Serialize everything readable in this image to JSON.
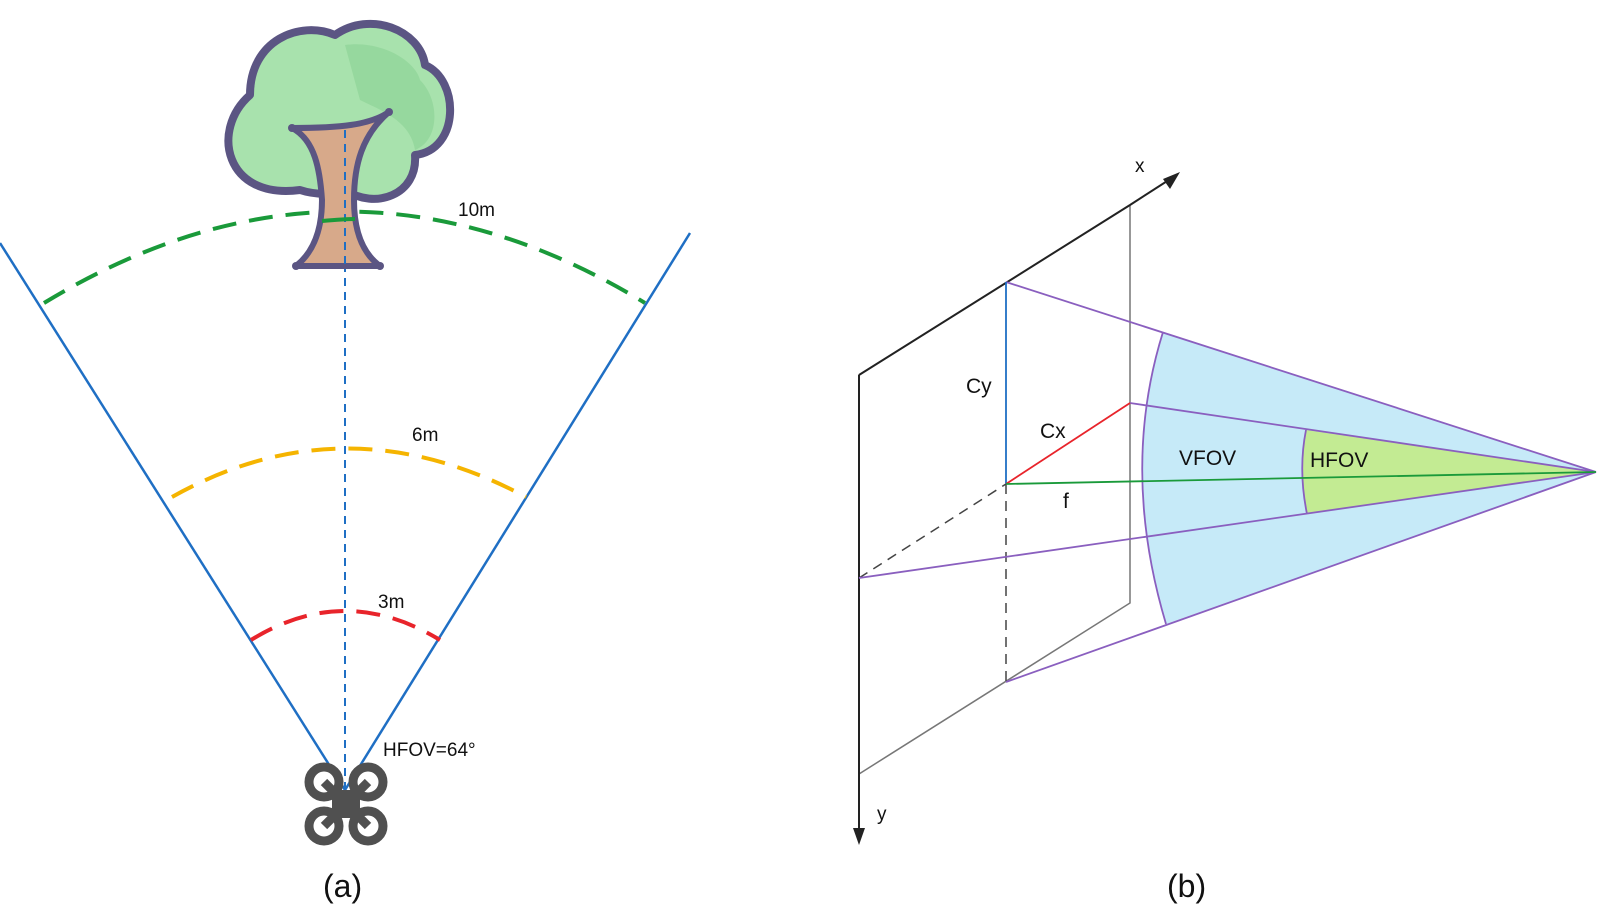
{
  "panel_a": {
    "caption": "(a)",
    "fov_label": "HFOV=64°",
    "arcs": [
      {
        "label": "10m",
        "color": "#1a9a3a"
      },
      {
        "label": "6m",
        "color": "#f5b400"
      },
      {
        "label": "3m",
        "color": "#e8242b"
      }
    ],
    "tree_icon": "tree-icon",
    "drone_icon": "quadcopter-icon",
    "colors": {
      "fov_lines": "#1f6fc4",
      "tree_foliage": "#a8e2ad",
      "tree_trunk": "#d7a98a",
      "tree_outline": "#5b5583",
      "drone": "#505050"
    }
  },
  "panel_b": {
    "caption": "(b)",
    "axis_x": "x",
    "axis_y": "y",
    "label_cy": "Cy",
    "label_cx": "Cx",
    "label_f": "f",
    "label_vfov": "VFOV",
    "label_hfov": "HFOV",
    "colors": {
      "vfov_fill": "#c6eaf8",
      "hfov_fill": "#c3eb93",
      "frustum": "#8a5fbf",
      "cy_line": "#1f6fc4",
      "cx_line": "#e8242b",
      "f_line": "#1a9a3a"
    }
  }
}
